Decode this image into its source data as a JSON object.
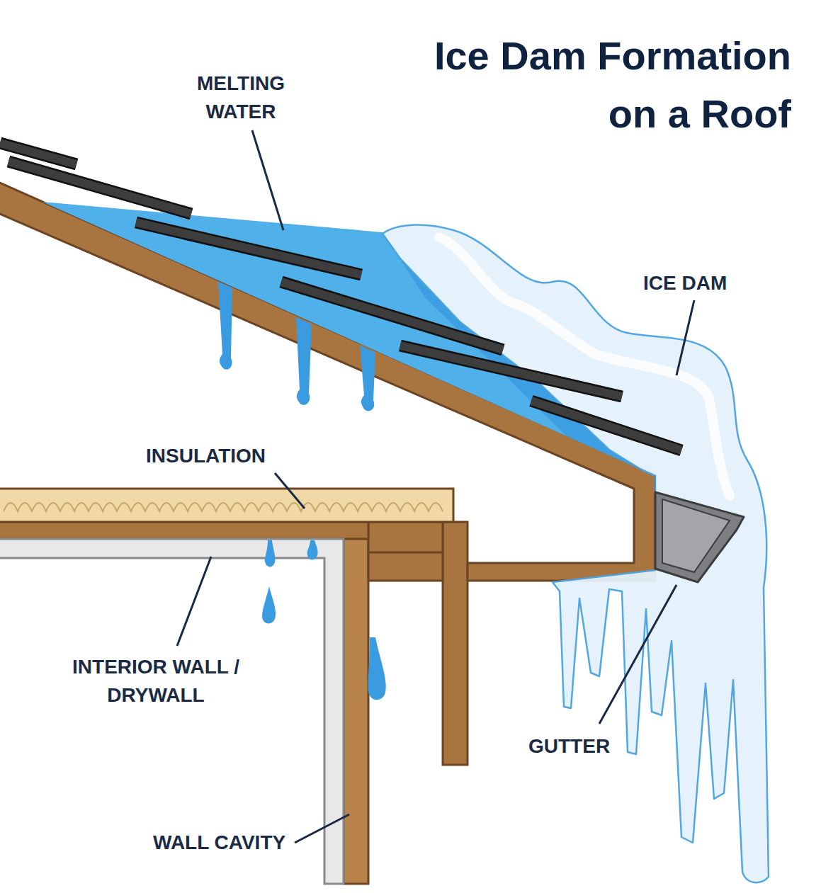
{
  "diagram": {
    "title": "Ice Dam Formation on a Roof",
    "labels": [
      "MELTING WATER",
      "ICE DAM",
      "INSULATION",
      "INTERIOR WALL / DRYWALL",
      "GUTTER",
      "WALL CAVITY"
    ]
  }
}
